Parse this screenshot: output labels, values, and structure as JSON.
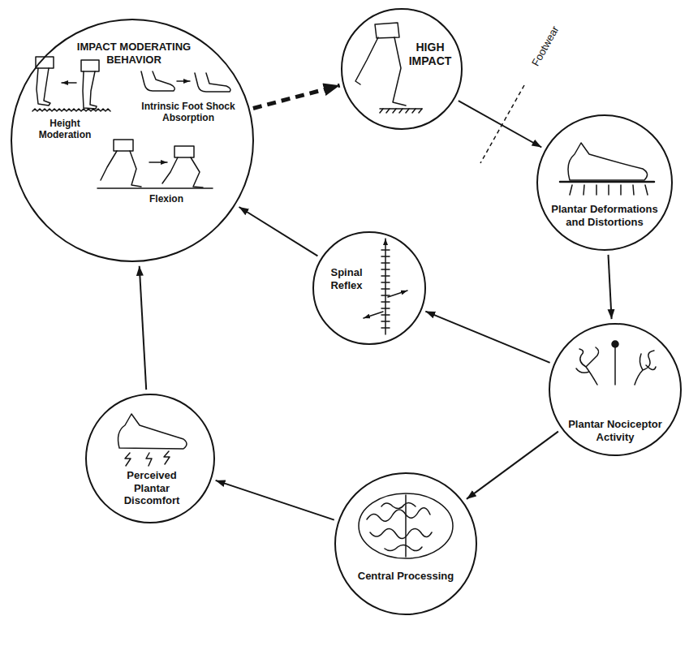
{
  "diagram": {
    "nodes": [
      {
        "text": [
          "IMPACT MODERATING BEHAVIOR",
          "Intrinsic Foot Shock Absorption",
          "Height Moderation",
          "Flexion"
        ]
      },
      {
        "text": [
          "HIGH IMPACT"
        ]
      },
      {
        "text": [
          "Plantar Deformations and Distortions"
        ]
      },
      {
        "text": [
          "Spinal Reflex"
        ]
      },
      {
        "text": [
          "Plantar Nociceptor Activity"
        ]
      },
      {
        "text": [
          "Perceived Plantar Discomfort"
        ]
      },
      {
        "text": [
          "Central Processing"
        ]
      }
    ],
    "edges": [
      {
        "from": 0,
        "to": 1,
        "arrow": "to"
      },
      {
        "from": 1,
        "to": 2,
        "arrow": "to"
      },
      {
        "from": 2,
        "to": 4,
        "arrow": "to"
      },
      {
        "from": 4,
        "to": 3,
        "arrow": "to"
      },
      {
        "from": 4,
        "to": 6,
        "arrow": "to"
      },
      {
        "from": 6,
        "to": 5,
        "arrow": "to"
      },
      {
        "from": 5,
        "to": 0,
        "arrow": "to"
      },
      {
        "from": 3,
        "to": 0,
        "arrow": "to"
      }
    ],
    "labels": [
      "Footwear"
    ]
  }
}
